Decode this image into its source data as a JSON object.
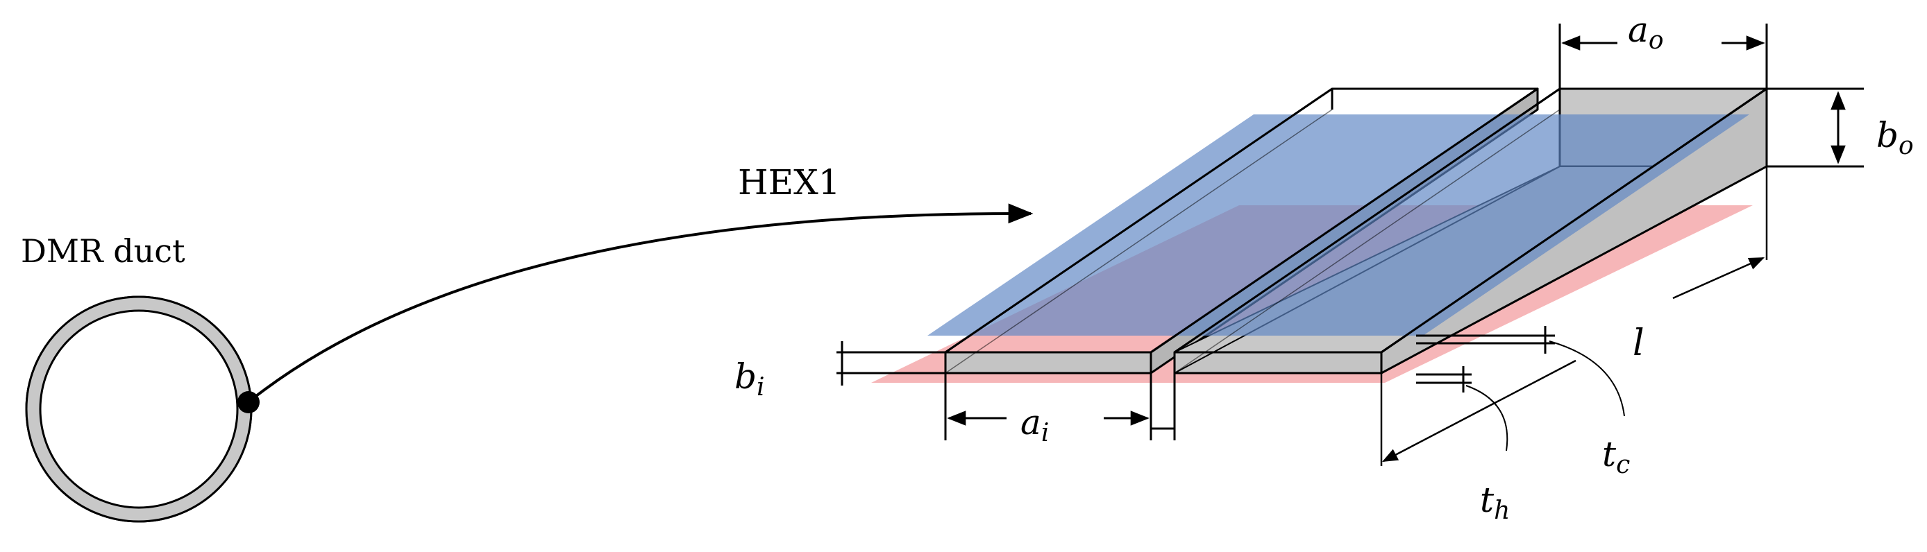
{
  "labels": {
    "duct": "DMR duct",
    "hex": "HEX1",
    "a_o": "a",
    "a_o_sub": "o",
    "b_o": "b",
    "b_o_sub": "o",
    "b_i": "b",
    "b_i_sub": "i",
    "a_i": "a",
    "a_i_sub": "i",
    "l": "l",
    "t_c": "t",
    "t_c_sub": "c",
    "t_h": "t",
    "t_h_sub": "h"
  },
  "colors": {
    "duct_ring": "#c8c8c8",
    "channel_fill": "#c0c0c0",
    "cold_plate": "#7f9ecb",
    "hot_plate": "#f4a9ab",
    "stroke": "#000000"
  }
}
